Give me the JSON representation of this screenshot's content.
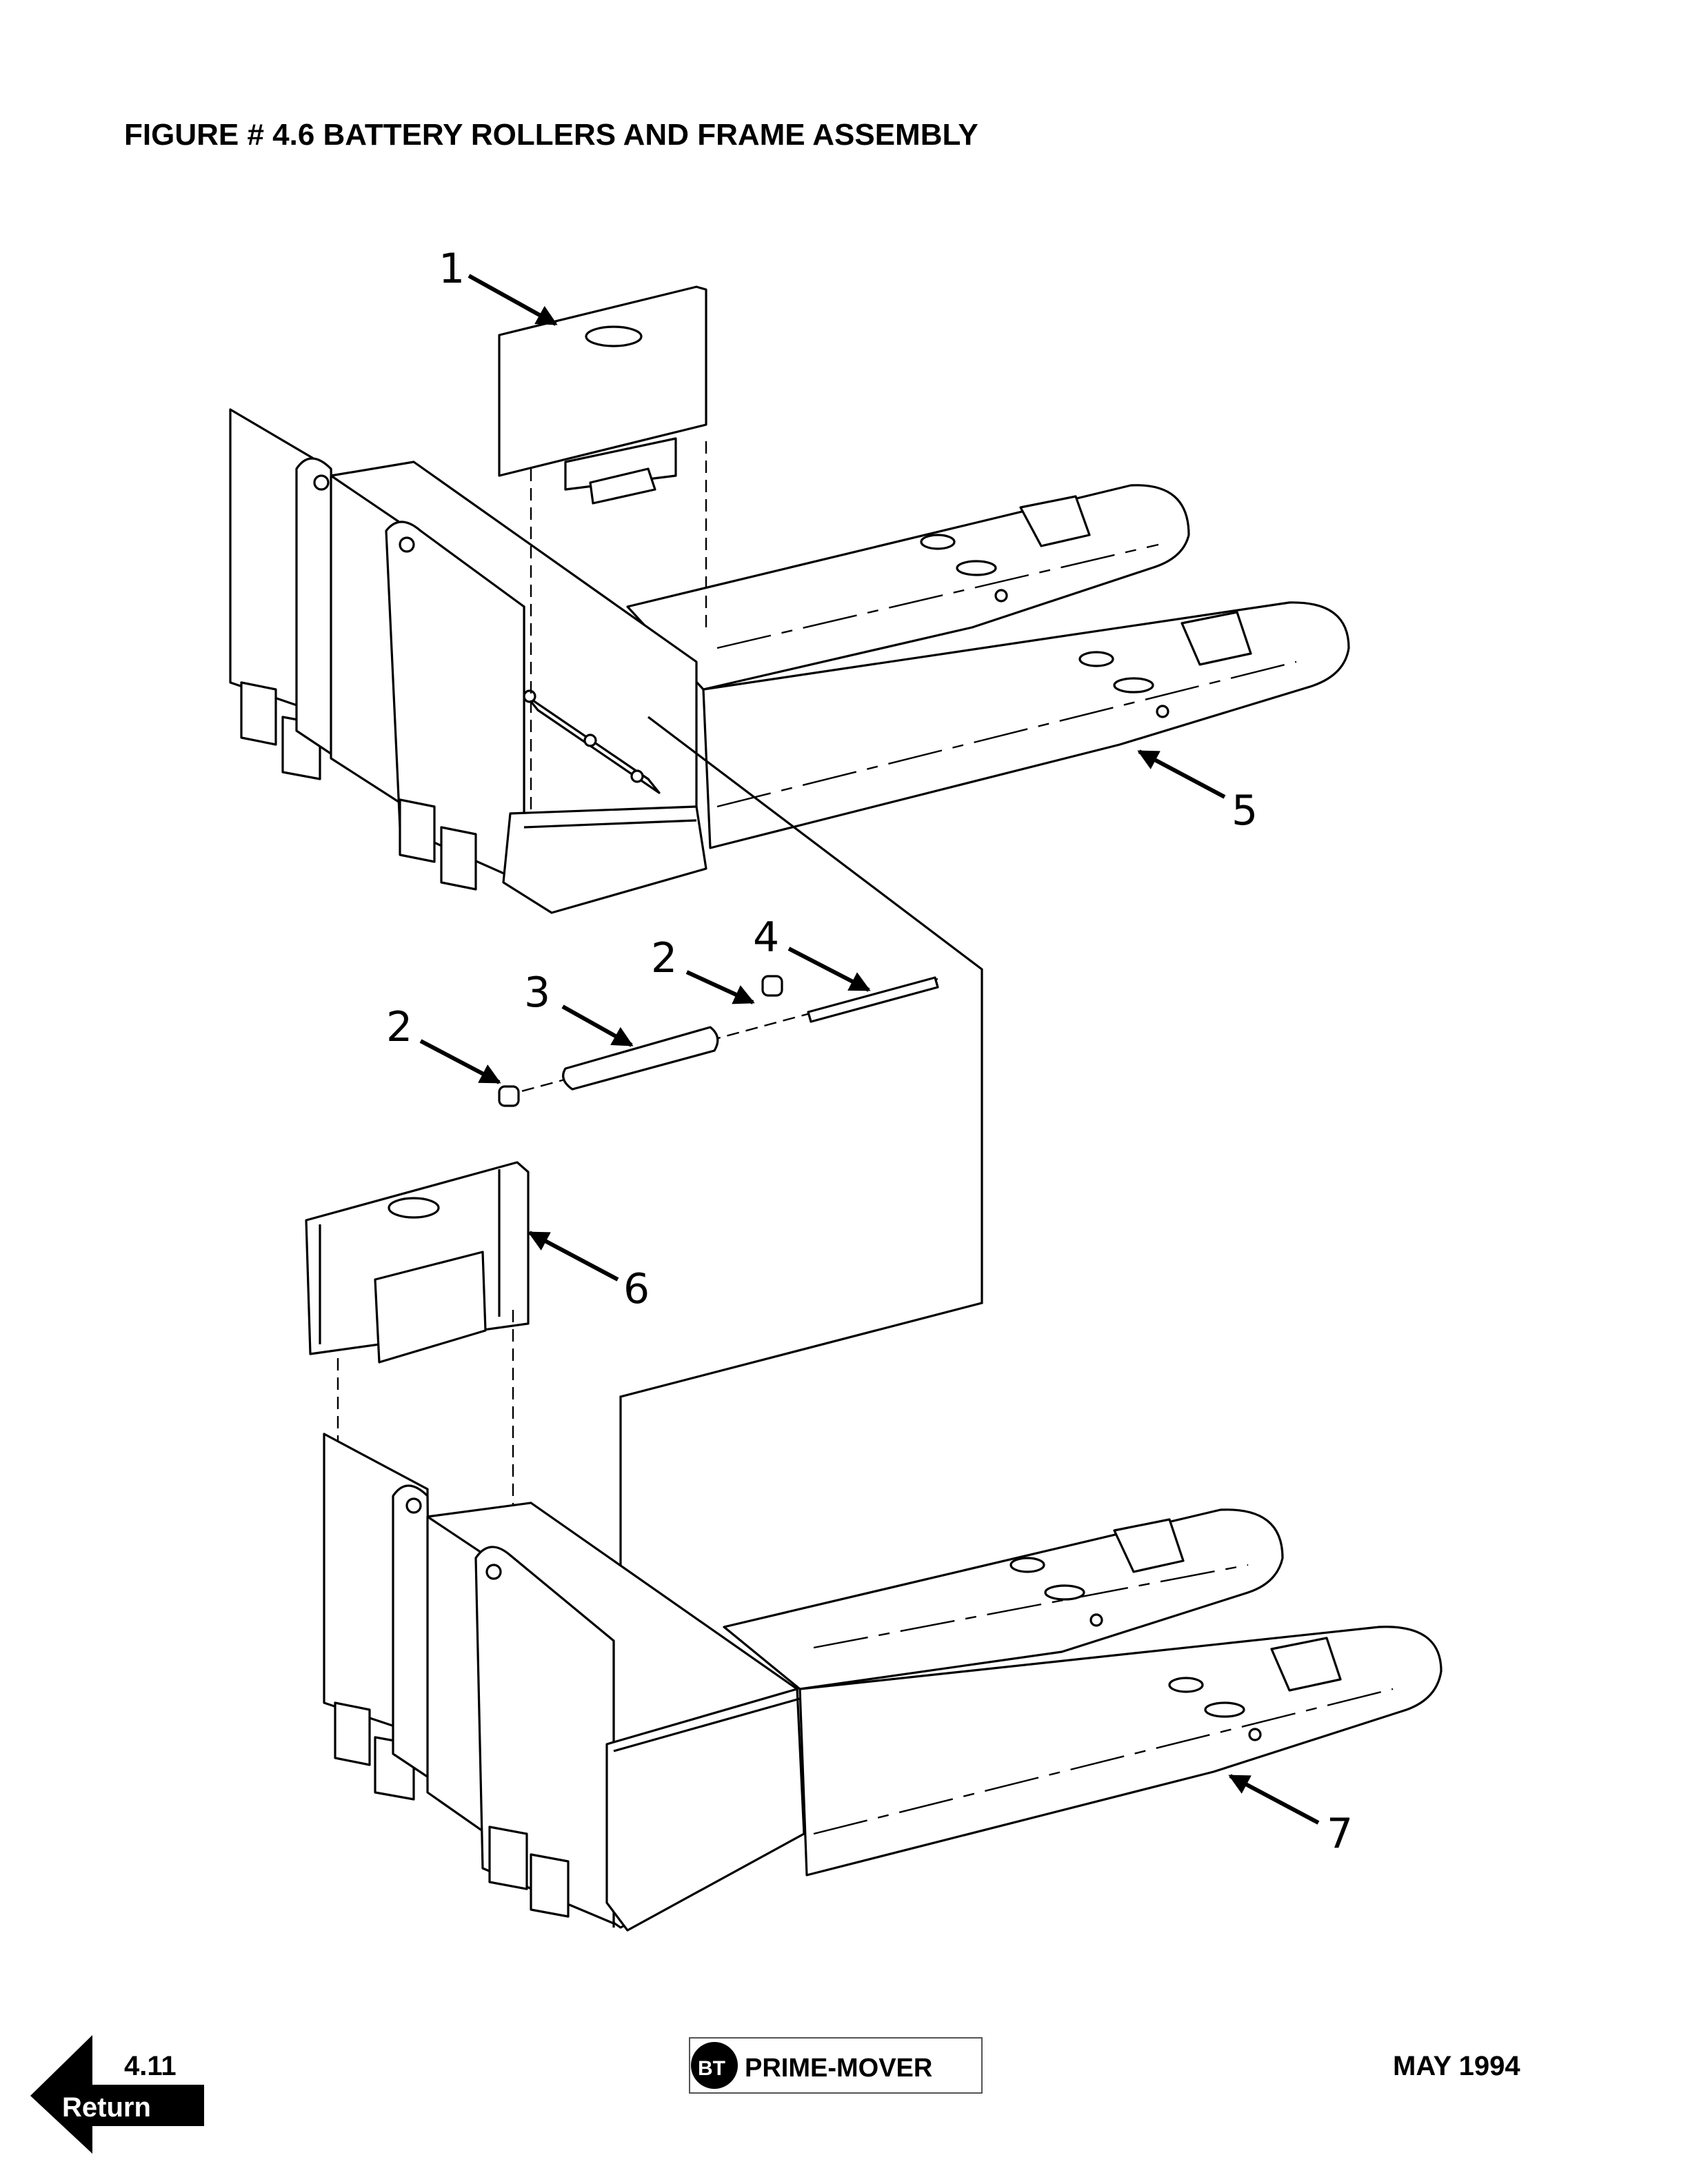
{
  "title": "FIGURE  # 4.6  BATTERY ROLLERS AND FRAME ASSEMBLY",
  "callouts": {
    "c1": "1",
    "c2a": "2",
    "c2b": "2",
    "c3": "3",
    "c4": "4",
    "c5": "5",
    "c6": "6",
    "c7": "7"
  },
  "footer": {
    "page_number": "4.11",
    "return_label": "Return",
    "logo_text": "PRIME-MOVER",
    "logo_mark": "BT",
    "date": "MAY 1994"
  }
}
